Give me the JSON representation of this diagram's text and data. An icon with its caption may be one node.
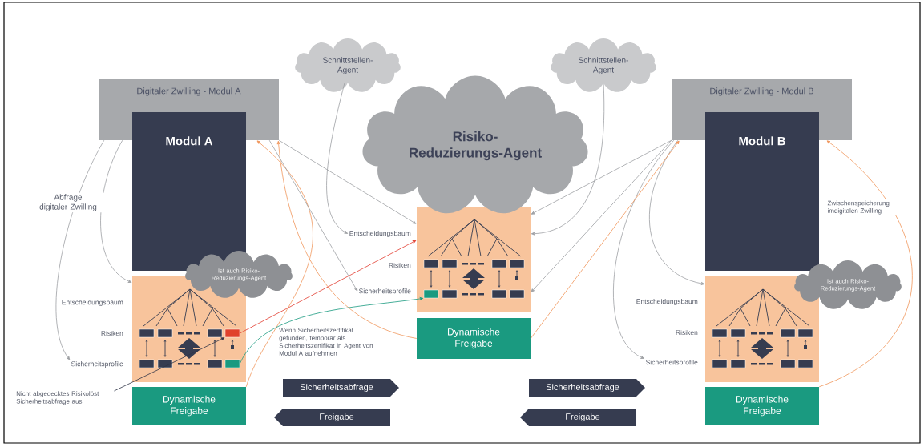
{
  "diagram": {
    "nodes": [
      {
        "text": [
          "Digitaler Zwilling - Modul A"
        ]
      },
      {
        "text": [
          "Modul A"
        ]
      },
      {
        "text": [],
        "shape": "box"
      },
      {
        "text": [
          "Entscheidungsbaum"
        ]
      },
      {
        "text": [
          "Risiken"
        ]
      },
      {
        "text": [
          "Sicherheitsprofile"
        ]
      },
      {
        "text": [
          "Ist auch Risiko-Reduzierungs-Agent"
        ]
      },
      {
        "text": [
          "Dynamische Freigabe"
        ]
      },
      {
        "text": [
          "Schnittstellen- Agent"
        ]
      },
      {
        "text": [
          "Risiko- Reduzierungs-Agent"
        ]
      },
      {
        "text": [
          "Schnittstellen- Agent"
        ]
      },
      {
        "text": [
          "Digitaler Zwilling - Modul B"
        ]
      },
      {
        "text": [
          "Modul B"
        ]
      },
      {
        "text": [],
        "shape": "box"
      },
      {
        "text": [
          "Entscheidungsbaum"
        ]
      },
      {
        "text": [
          "Risiken"
        ]
      },
      {
        "text": [
          "Sicherheitsprofile"
        ]
      },
      {
        "text": [
          "Ist auch Risiko-Reduzierungs-Agent"
        ]
      },
      {
        "text": [
          "Dynamische Freigabe"
        ]
      },
      {
        "text": [],
        "shape": "box"
      },
      {
        "text": [
          "Entscheidungsbaum"
        ]
      },
      {
        "text": [
          "Risiken"
        ]
      },
      {
        "text": [
          "Sicherheitsprofile"
        ]
      },
      {
        "text": [
          "Dynamische Freigabe"
        ]
      },
      {
        "text": [
          "Wenn Sicherheitszertifikat gefunden, temporär als Sicherheitszertifikat in Agent von Modul A aufnehmen"
        ]
      },
      {
        "text": [
          "Nicht abgedecktes Risikolöst Sicherheitsabfrage aus"
        ]
      },
      {
        "text": [],
        "shape": "box",
        "in": 2
      },
      {
        "text": [],
        "shape": "box",
        "in": 2
      },
      {
        "text": [],
        "shape": "box",
        "in": 19
      },
      {
        "text": [
          "Sicherheitsabfrage"
        ]
      },
      {
        "text": [
          "Freigabe"
        ]
      },
      {
        "text": [
          "Sicherheitsabfrage"
        ]
      },
      {
        "text": [
          "Freigabe"
        ]
      }
    ],
    "edges": [
      {
        "from": 0,
        "to": 2,
        "arrow": "to",
        "label": "Abfrage digitaler Zwilling"
      },
      {
        "from": 0,
        "to": 5,
        "arrow": "to"
      },
      {
        "from": 7,
        "to": 0,
        "arrow": "to",
        "color": "#f0955a"
      },
      {
        "from": 23,
        "to": 0,
        "arrow": "to",
        "color": "#f0955a"
      },
      {
        "from": 0,
        "to": 19,
        "arrow": "to"
      },
      {
        "from": 0,
        "to": 22,
        "arrow": "to"
      },
      {
        "from": 8,
        "to": 20,
        "arrow": "to"
      },
      {
        "from": 10,
        "to": 19,
        "arrow": "to"
      },
      {
        "from": 11,
        "to": 19,
        "arrow": "to"
      },
      {
        "from": 11,
        "to": 19,
        "arrow": "to"
      },
      {
        "from": 11,
        "to": 13,
        "arrow": "to"
      },
      {
        "from": 11,
        "to": 16,
        "arrow": "to"
      },
      {
        "from": 23,
        "to": 11,
        "arrow": "to",
        "color": "#f0955a"
      },
      {
        "from": 18,
        "to": 11,
        "arrow": "to",
        "color": "#f0955a",
        "label": "Zwischenspeicherung imdigitalen Zwilling"
      },
      {
        "from": 26,
        "to": 19,
        "arrow": "to",
        "color": "#e23b2e"
      },
      {
        "from": 27,
        "to": 28,
        "arrow": "to",
        "color": "#1a9a80"
      },
      {
        "from": 25,
        "to": 26,
        "arrow": "to",
        "color": "#2e3346"
      }
    ]
  }
}
